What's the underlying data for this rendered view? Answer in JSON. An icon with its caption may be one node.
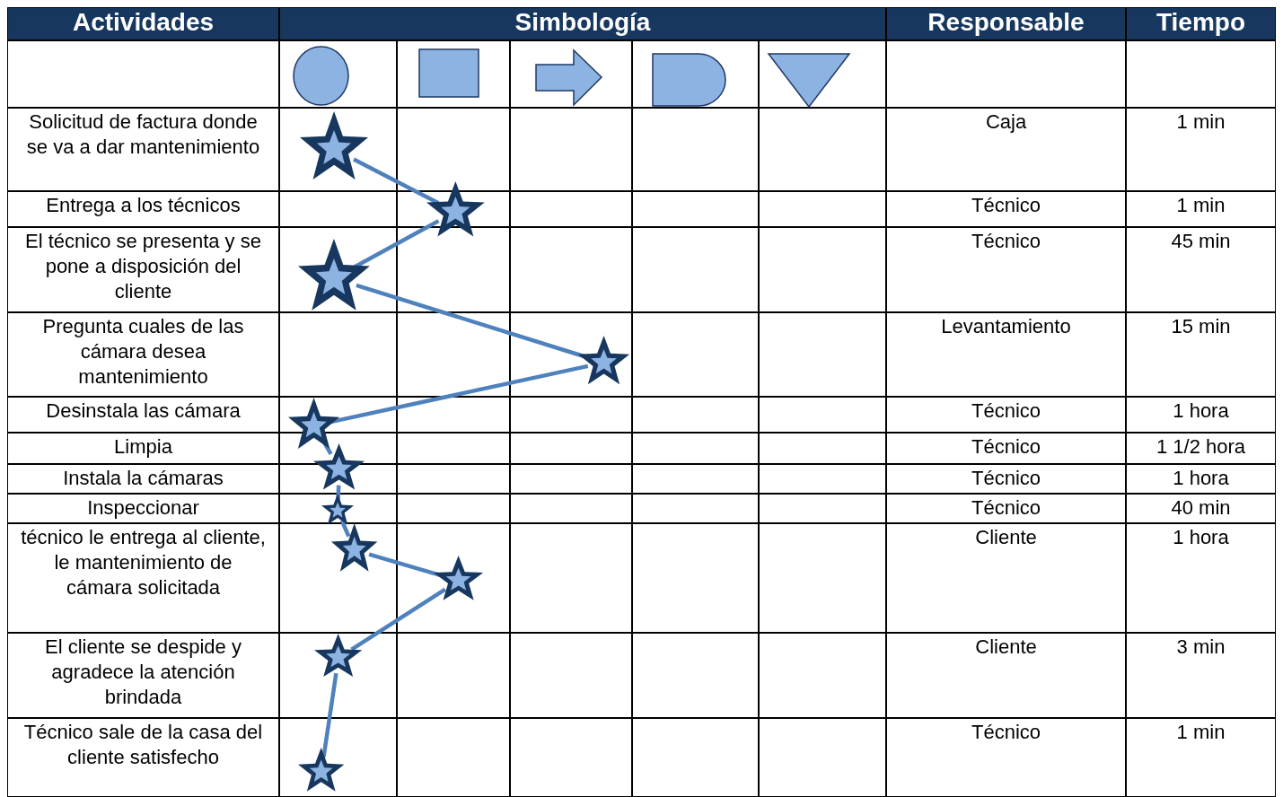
{
  "diagram": {
    "nodes": [
      {
        "text": [],
        "shape": "star"
      },
      {
        "text": [],
        "shape": "star"
      },
      {
        "text": [],
        "shape": "star"
      },
      {
        "text": [],
        "shape": "star"
      },
      {
        "text": [],
        "shape": "star"
      },
      {
        "text": [],
        "shape": "star"
      },
      {
        "text": [],
        "shape": "star"
      },
      {
        "text": [],
        "shape": "star"
      },
      {
        "text": [],
        "shape": "star"
      },
      {
        "text": [],
        "shape": "star"
      },
      {
        "text": [],
        "shape": "star"
      }
    ],
    "edges": [
      {
        "from": 0,
        "to": 1,
        "arrow": "none"
      },
      {
        "from": 1,
        "to": 2,
        "arrow": "none"
      },
      {
        "from": 2,
        "to": 3,
        "arrow": "none"
      },
      {
        "from": 3,
        "to": 4,
        "arrow": "none"
      },
      {
        "from": 4,
        "to": 5,
        "arrow": "none"
      },
      {
        "from": 5,
        "to": 6,
        "arrow": "none"
      },
      {
        "from": 6,
        "to": 7,
        "arrow": "none"
      },
      {
        "from": 7,
        "to": 8,
        "arrow": "none"
      },
      {
        "from": 8,
        "to": 9,
        "arrow": "none"
      },
      {
        "from": 9,
        "to": 10,
        "arrow": "none"
      }
    ],
    "labels": [
      "Actividades",
      "Simbología",
      "Responsable",
      "Tiempo",
      "Solicitud de factura donde se va a dar mantenimiento",
      "Caja",
      "1 min",
      "Entrega a los técnicos",
      "Técnico",
      "1 min",
      "El técnico se presenta y se pone a disposición del cliente",
      "Técnico",
      "45 min",
      "Pregunta cuales de las cámara desea mantenimiento",
      "Levantamiento",
      "15 min",
      "Desinstala las cámara",
      "Técnico",
      "1 hora",
      "Limpia",
      "Técnico",
      "1 1/2 hora",
      "Instala la cámaras",
      "Técnico",
      "1 hora",
      "Inspeccionar",
      "Técnico",
      "40 min",
      "técnico le entrega al cliente, le mantenimiento de cámara solicitada",
      "Cliente",
      "1 hora",
      "El cliente se despide y agradece la atención brindada",
      "Cliente",
      "3 min",
      "Técnico sale de la casa del cliente satisfecho",
      "Técnico",
      "1 min"
    ]
  }
}
